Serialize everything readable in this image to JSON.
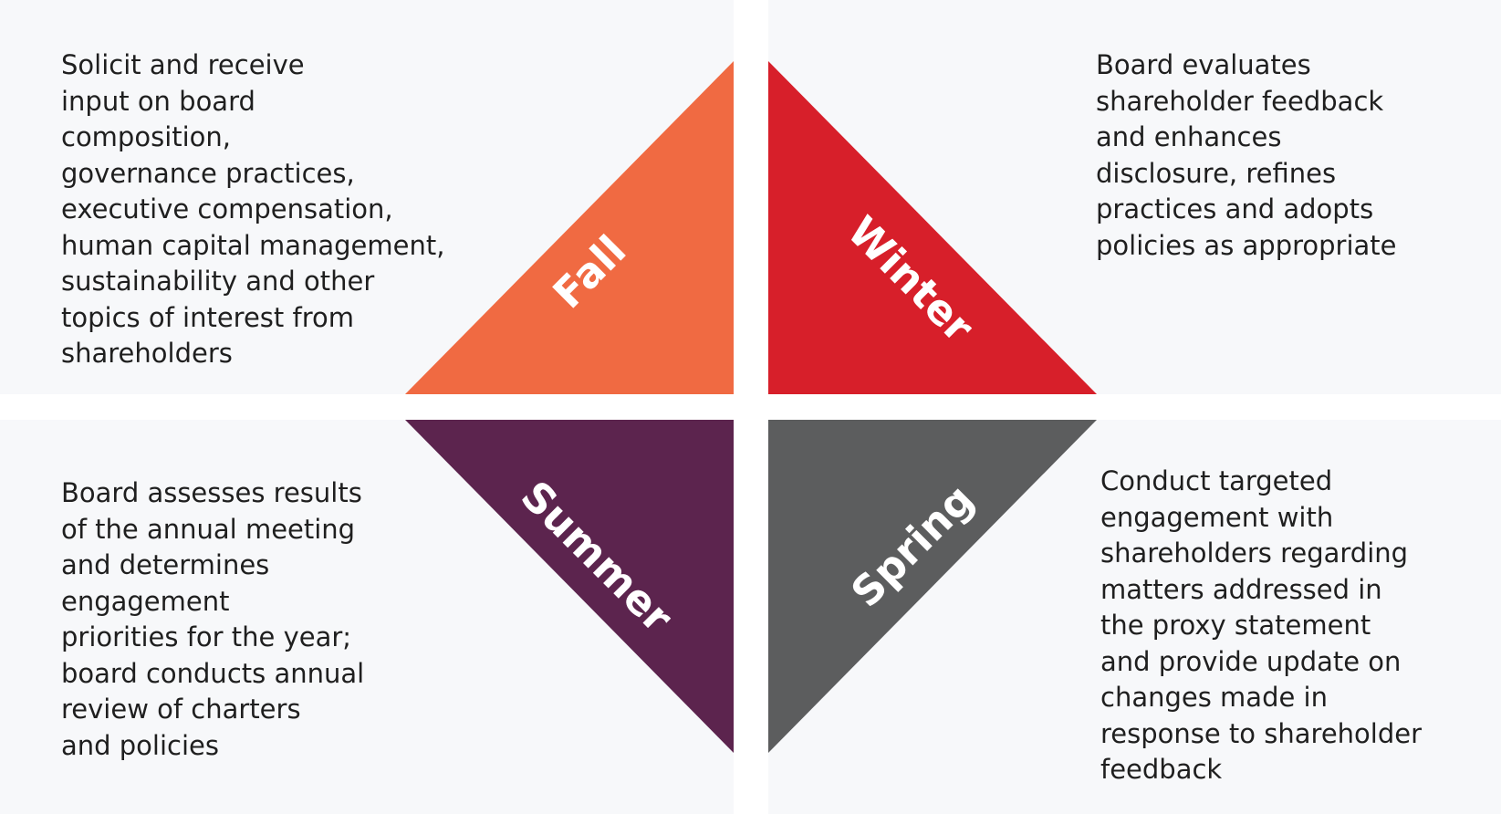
{
  "seasons": {
    "fall": {
      "label": "Fall",
      "color": "#f06a42",
      "description": "Solicit and receive\ninput on board\ncomposition,\ngovernance practices,\nexecutive compensation,\nhuman capital management,\nsustainability and other\ntopics of interest from\nshareholders"
    },
    "winter": {
      "label": "Winter",
      "color": "#d71f2a",
      "description": "Board evaluates\nshareholder feedback\nand enhances\ndisclosure, refines\npractices and adopts\npolicies as appropriate"
    },
    "summer": {
      "label": "Summer",
      "color": "#5c244e",
      "description": "Board assesses results\nof the annual meeting\nand determines\nengagement\npriorities for the year;\nboard conducts annual\nreview of charters\nand policies"
    },
    "spring": {
      "label": "Spring",
      "color": "#5c5d5e",
      "description": "Conduct targeted\nengagement with\nshareholders regarding\nmatters addressed in\nthe proxy statement\nand provide update on\nchanges made in\nresponse to shareholder\nfeedback"
    }
  }
}
